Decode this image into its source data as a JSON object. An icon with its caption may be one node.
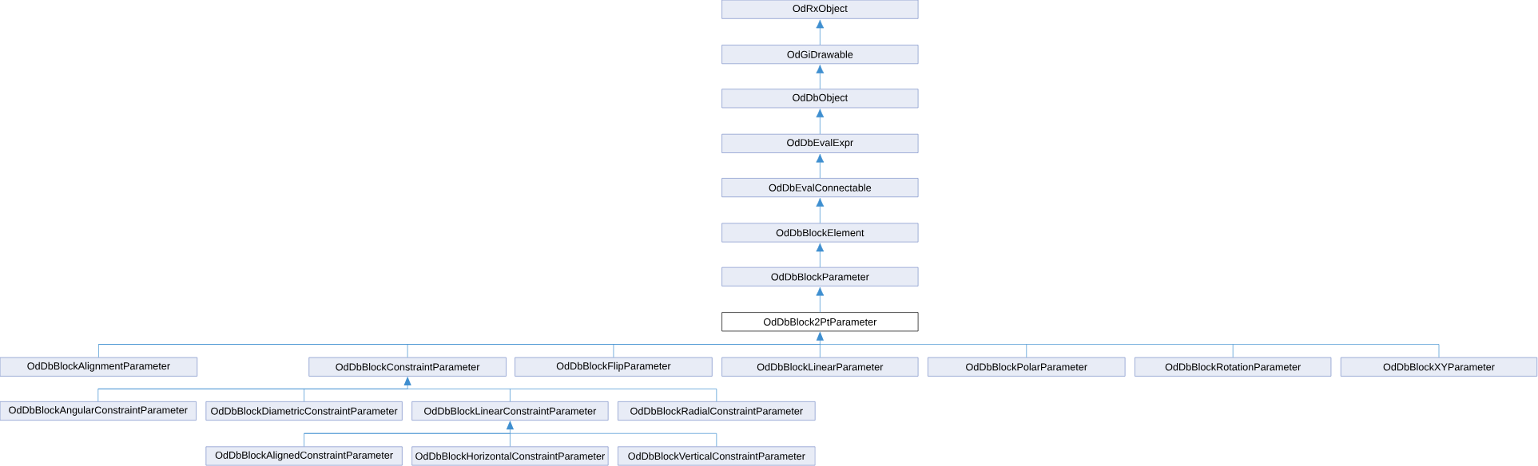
{
  "diagram": {
    "nodes": [
      {
        "text": [
          "OdRxObject"
        ]
      },
      {
        "text": [
          "OdGiDrawable"
        ]
      },
      {
        "text": [
          "OdDbObject"
        ]
      },
      {
        "text": [
          "OdDbEvalExpr"
        ]
      },
      {
        "text": [
          "OdDbEvalConnectable"
        ]
      },
      {
        "text": [
          "OdDbBlockElement"
        ]
      },
      {
        "text": [
          "OdDbBlockParameter"
        ]
      },
      {
        "text": [
          "OdDbBlock2PtParameter"
        ]
      },
      {
        "text": [
          "OdDbBlockAlignmentParameter"
        ]
      },
      {
        "text": [
          "OdDbBlockConstraintParameter"
        ]
      },
      {
        "text": [
          "OdDbBlockFlipParameter"
        ]
      },
      {
        "text": [
          "OdDbBlockLinearParameter"
        ]
      },
      {
        "text": [
          "OdDbBlockPolarParameter"
        ]
      },
      {
        "text": [
          "OdDbBlockRotationParameter"
        ]
      },
      {
        "text": [
          "OdDbBlockXYParameter"
        ]
      },
      {
        "text": [
          "OdDbBlockAngularConstraintParameter"
        ]
      },
      {
        "text": [
          "OdDbBlockDiametricConstraintParameter"
        ]
      },
      {
        "text": [
          "OdDbBlockLinearConstraintParameter"
        ]
      },
      {
        "text": [
          "OdDbBlockRadialConstraintParameter"
        ]
      },
      {
        "text": [
          "OdDbBlockAlignedConstraintParameter"
        ]
      },
      {
        "text": [
          "OdDbBlockHorizontalConstraintParameter"
        ]
      },
      {
        "text": [
          "OdDbBlockVerticalConstraintParameter"
        ]
      }
    ],
    "edges": [
      {
        "from": 1,
        "to": 0,
        "arrow": "to"
      },
      {
        "from": 2,
        "to": 1,
        "arrow": "to"
      },
      {
        "from": 3,
        "to": 2,
        "arrow": "to"
      },
      {
        "from": 4,
        "to": 3,
        "arrow": "to"
      },
      {
        "from": 5,
        "to": 4,
        "arrow": "to"
      },
      {
        "from": 6,
        "to": 5,
        "arrow": "to"
      },
      {
        "from": 7,
        "to": 6,
        "arrow": "to"
      },
      {
        "from": 8,
        "to": 7,
        "arrow": "to"
      },
      {
        "from": 9,
        "to": 7,
        "arrow": "to"
      },
      {
        "from": 10,
        "to": 7,
        "arrow": "to"
      },
      {
        "from": 11,
        "to": 7,
        "arrow": "to"
      },
      {
        "from": 12,
        "to": 7,
        "arrow": "to"
      },
      {
        "from": 13,
        "to": 7,
        "arrow": "to"
      },
      {
        "from": 14,
        "to": 7,
        "arrow": "to"
      },
      {
        "from": 15,
        "to": 9,
        "arrow": "to"
      },
      {
        "from": 16,
        "to": 9,
        "arrow": "to"
      },
      {
        "from": 17,
        "to": 9,
        "arrow": "to"
      },
      {
        "from": 18,
        "to": 9,
        "arrow": "to"
      },
      {
        "from": 19,
        "to": 17,
        "arrow": "to"
      },
      {
        "from": 20,
        "to": 17,
        "arrow": "to"
      },
      {
        "from": 21,
        "to": 17,
        "arrow": "to"
      }
    ]
  }
}
